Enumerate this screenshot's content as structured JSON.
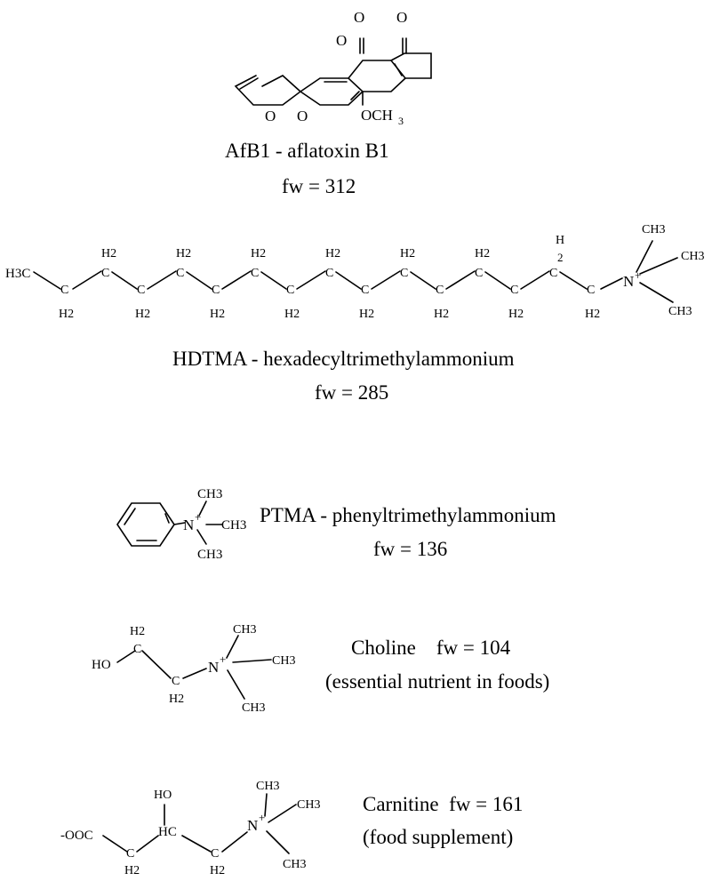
{
  "compounds": [
    {
      "name_line": "AfB1 - aflatoxin B1",
      "fw_line": "fw = 312",
      "atoms": {
        "o_lactone": "O",
        "o_carbonyl_lactone": "O",
        "o_ketone": "O",
        "o_furan1": "O",
        "o_furan2": "O",
        "methoxy": "OCH",
        "methoxy_sub": "3"
      }
    },
    {
      "name_line": "HDTMA - hexadecyltrimethylammonium",
      "fw_line": "fw = 285",
      "atoms": {
        "terminal": "H3C",
        "ch2": "C",
        "h2": "H2",
        "h_top_last": "H",
        "two_last": "2",
        "nitrogen": "N",
        "charge": "+",
        "methyl": "CH3"
      }
    },
    {
      "name_line": "PTMA - phenyltrimethylammonium",
      "fw_line": "fw = 136",
      "atoms": {
        "nitrogen": "N",
        "charge": "+",
        "methyl": "CH3"
      }
    },
    {
      "name_line": "Choline    fw = 104",
      "fw_line": "(essential nutrient in foods)",
      "atoms": {
        "hydroxyl": "HO",
        "ch2": "C",
        "h2": "H2",
        "nitrogen": "N",
        "charge": "+",
        "methyl": "CH3"
      }
    },
    {
      "name_line": "Carnitine  fw = 161",
      "fw_line": "(food supplement)",
      "atoms": {
        "carboxylate": "-OOC",
        "hydroxyl": "HO",
        "hc": "HC",
        "ch2": "C",
        "h2": "H2",
        "nitrogen": "N",
        "charge": "+",
        "methyl": "CH3"
      }
    }
  ]
}
